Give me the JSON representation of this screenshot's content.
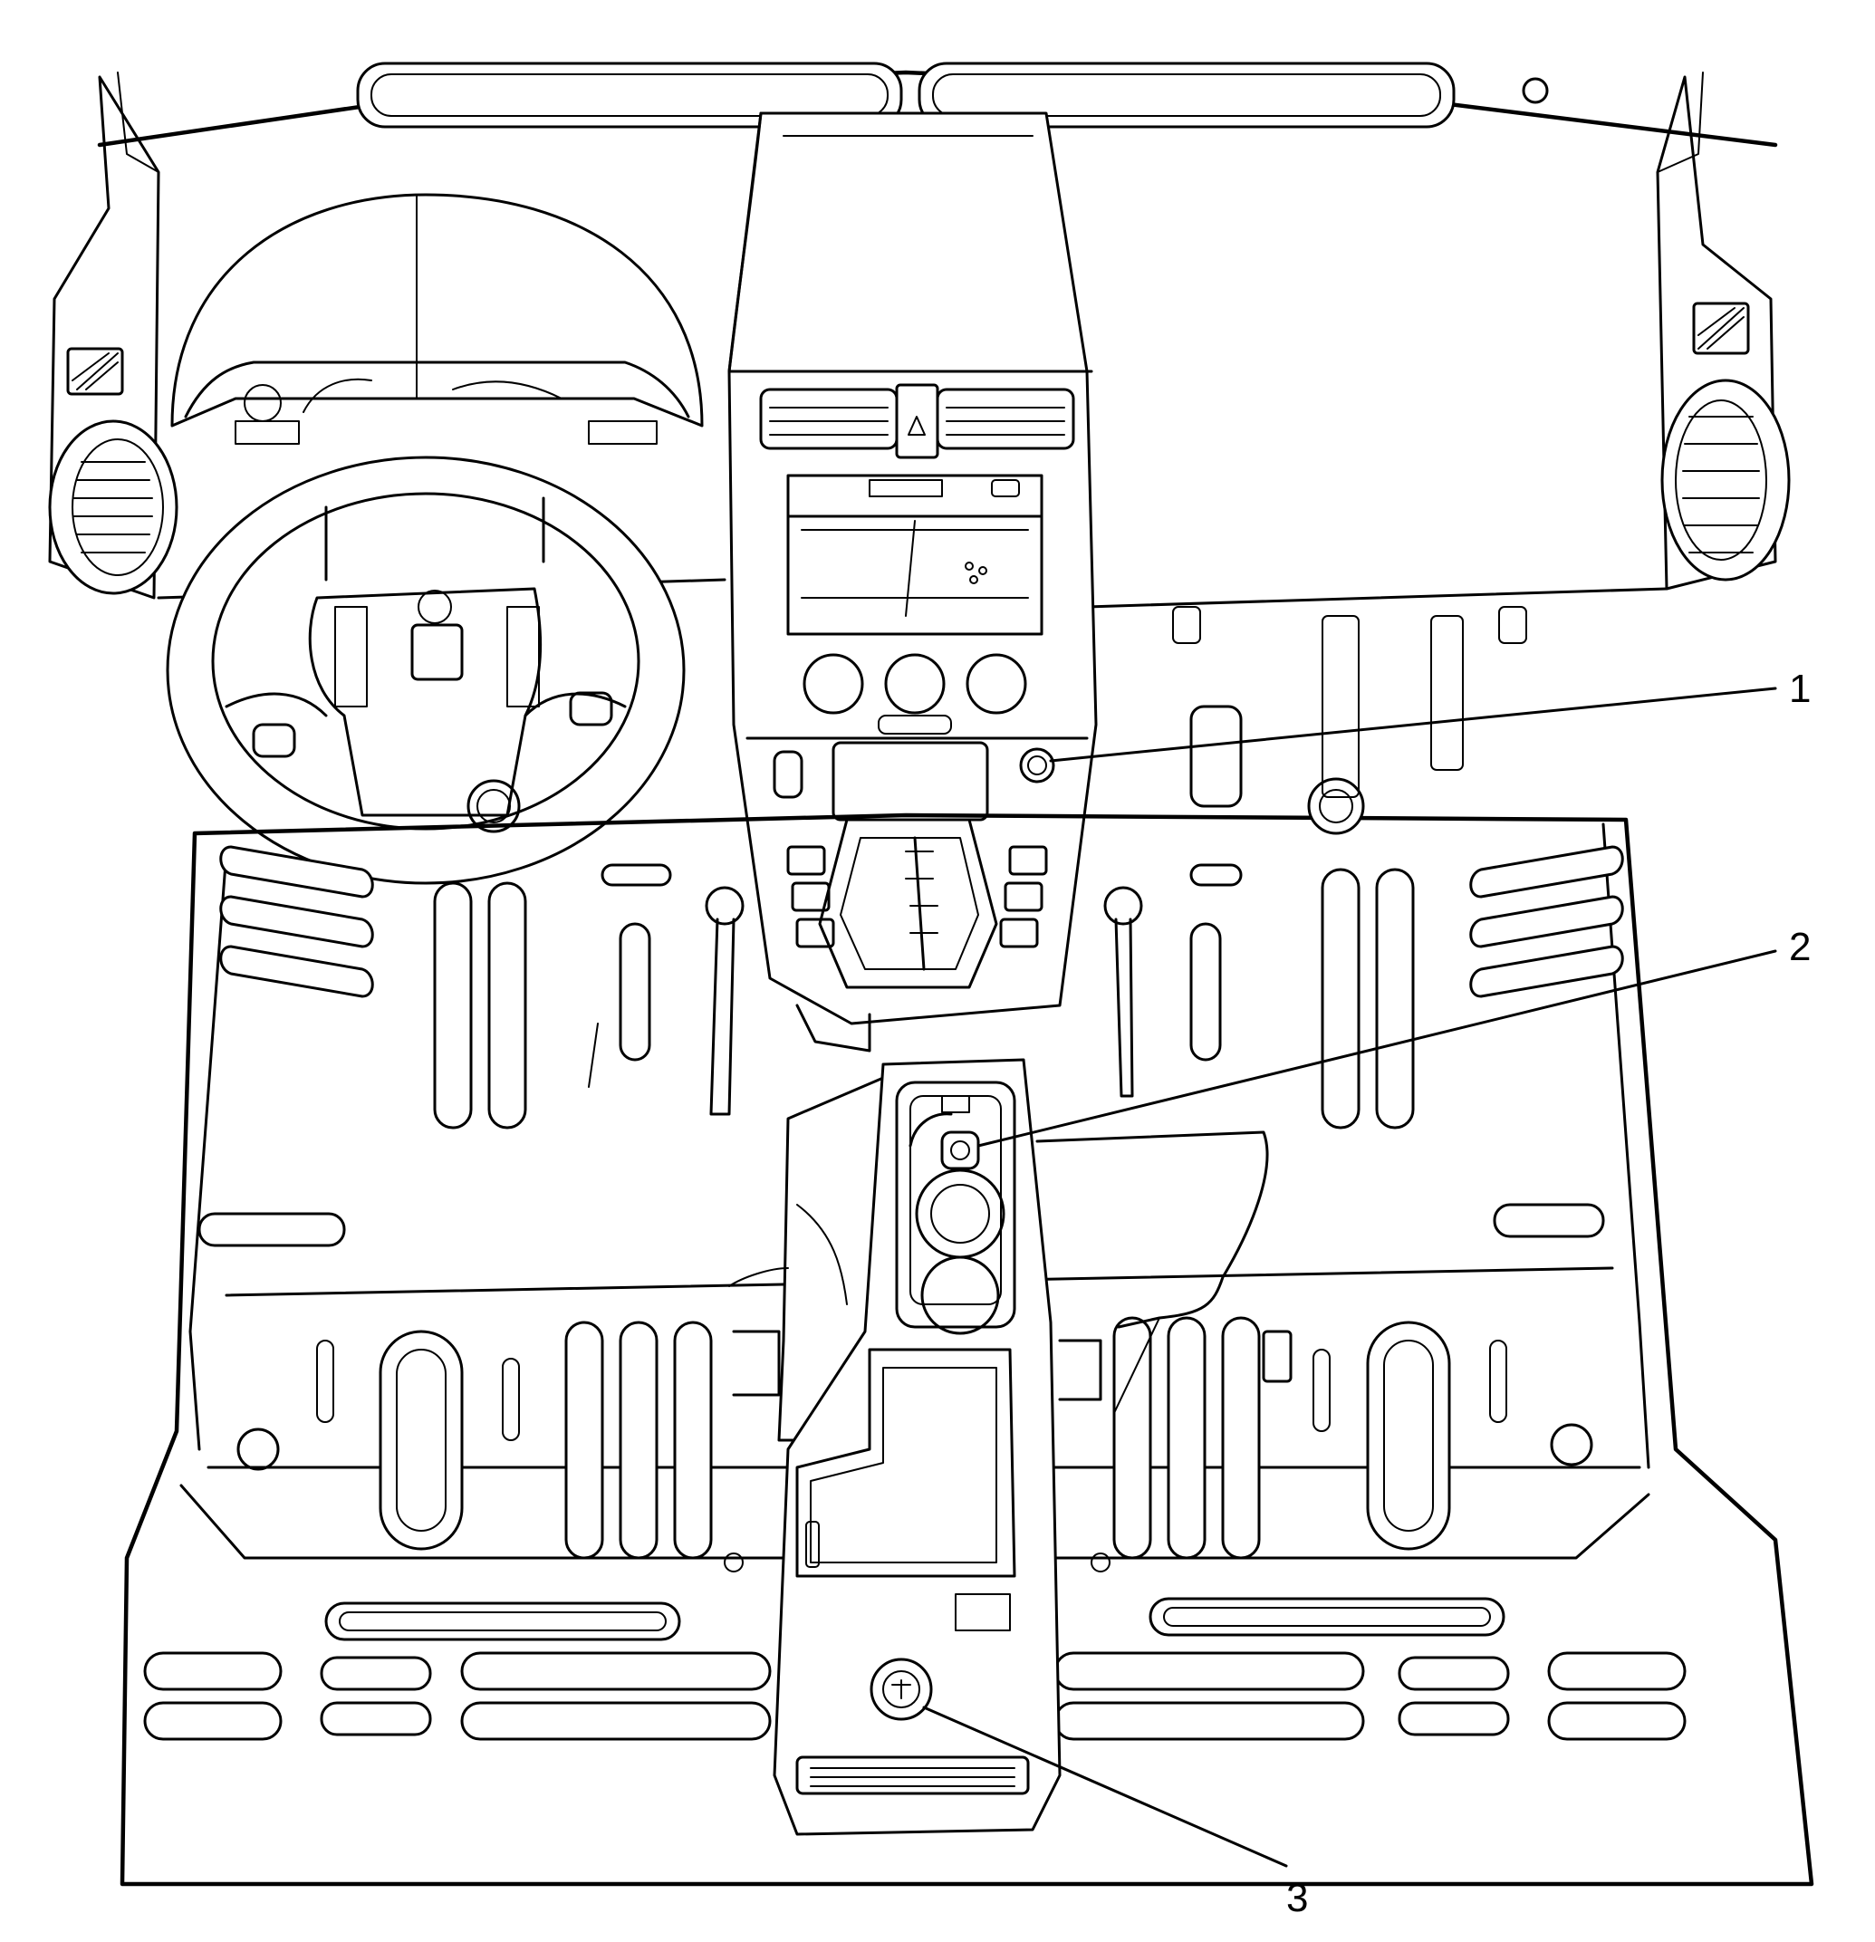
{
  "diagram": {
    "callouts": [
      {
        "id": "1",
        "label": "1"
      },
      {
        "id": "2",
        "label": "2"
      },
      {
        "id": "3",
        "label": "3"
      }
    ]
  },
  "colors": {
    "ink": "#000000",
    "paper": "#ffffff"
  }
}
